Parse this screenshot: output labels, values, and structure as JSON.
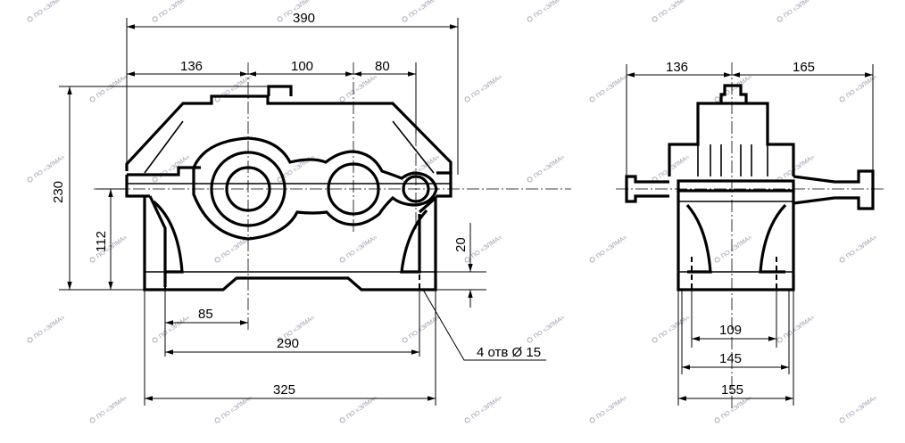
{
  "front_view": {
    "dims": {
      "overall_length": "390",
      "left_to_input_shaft": "136",
      "shaft_spacing_1": "100",
      "shaft_spacing_2": "80",
      "overall_height": "230",
      "axis_height": "112",
      "foot_thickness": "20",
      "hole_to_shaft": "85",
      "hole_spacing": "290",
      "base_length": "325"
    },
    "holes_note": "4 отв Ø 15"
  },
  "side_view": {
    "dims": {
      "left_shaft_extent": "136",
      "right_shaft_extent": "165",
      "hole_spacing": "109",
      "inner_width": "145",
      "base_width": "155"
    }
  },
  "watermark": {
    "text": "ПО «ЭЛМА»"
  }
}
